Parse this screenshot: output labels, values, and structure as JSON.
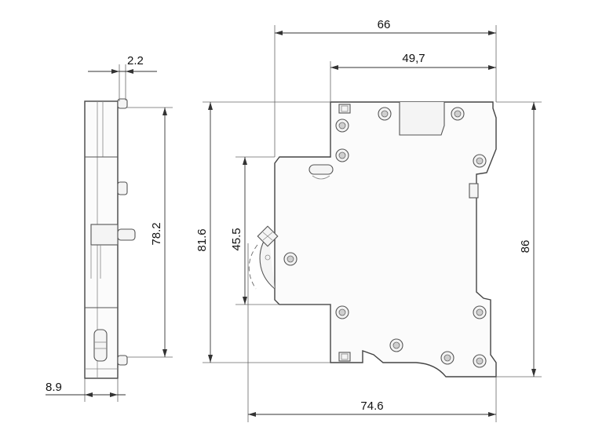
{
  "dimensions": {
    "width_66": "66",
    "width_49_7": "49,7",
    "width_74_6": "74.6",
    "height_86": "86",
    "height_81_6": "81.6",
    "height_45_5": "45.5",
    "side_height_78_2": "78.2",
    "side_pin_2_2": "2.2",
    "side_depth_8_9": "8.9"
  },
  "colors": {
    "line": "#444444",
    "dimension_line": "#333333",
    "text": "#111111"
  }
}
